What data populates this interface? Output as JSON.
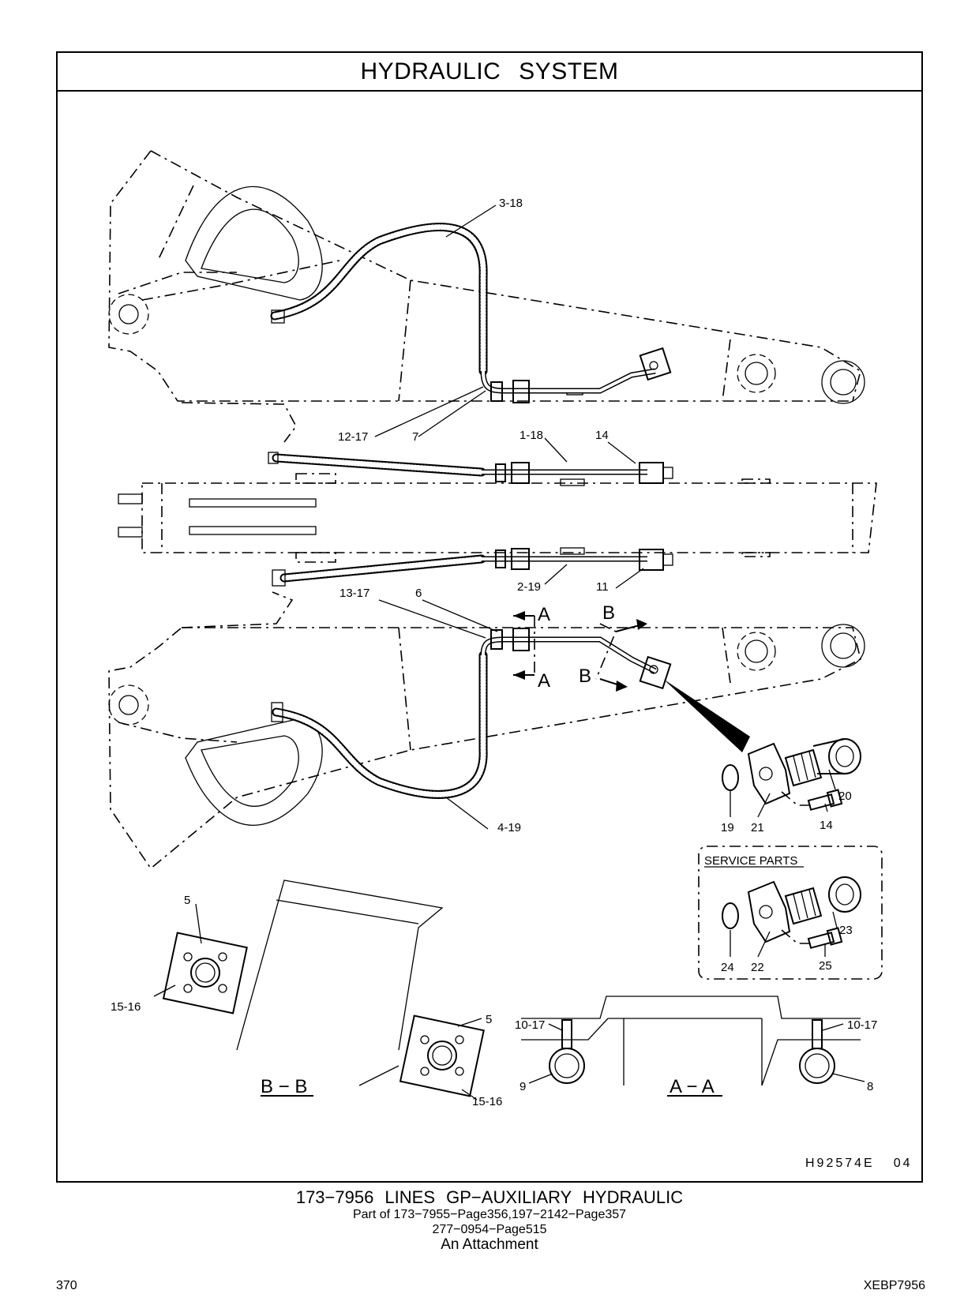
{
  "header": {
    "title": "HYDRAULIC   SYSTEM"
  },
  "callouts": {
    "c3_18": "3-18",
    "c12_17": "12-17",
    "c7": "7",
    "c1_18": "1-18",
    "c14a": "14",
    "c2_19": "2-19",
    "c11": "11",
    "c13_17": "13-17",
    "c6": "6",
    "c4_19": "4-19",
    "c19": "19",
    "c21": "21",
    "c14b": "14",
    "c20": "20",
    "c24": "24",
    "c22": "22",
    "c25": "25",
    "c23": "23",
    "c5a": "5",
    "c15_16a": "15-16",
    "c5b": "5",
    "c15_16b": "15-16",
    "c10_17a": "10-17",
    "c9": "9",
    "c10_17b": "10-17",
    "c8": "8"
  },
  "section_marks": {
    "a_top": "A",
    "a_bottom": "A",
    "b_top": "B",
    "b_bottom": "B",
    "view_bb": "B − B",
    "view_aa": "A − A"
  },
  "service_parts": {
    "label": "SERVICE PARTS"
  },
  "drawing_id": {
    "code": "H92574E",
    "rev": "04"
  },
  "footer": {
    "part_title": "173−7956   LINES  GP−AUXILIARY  HYDRAULIC",
    "part_of": "Part of 173−7955−Page356,197−2142−Page357",
    "part_pages": "277−0954−Page515",
    "attachment": "An Attachment",
    "page_number": "370",
    "doc_number": "XEBP7956"
  }
}
